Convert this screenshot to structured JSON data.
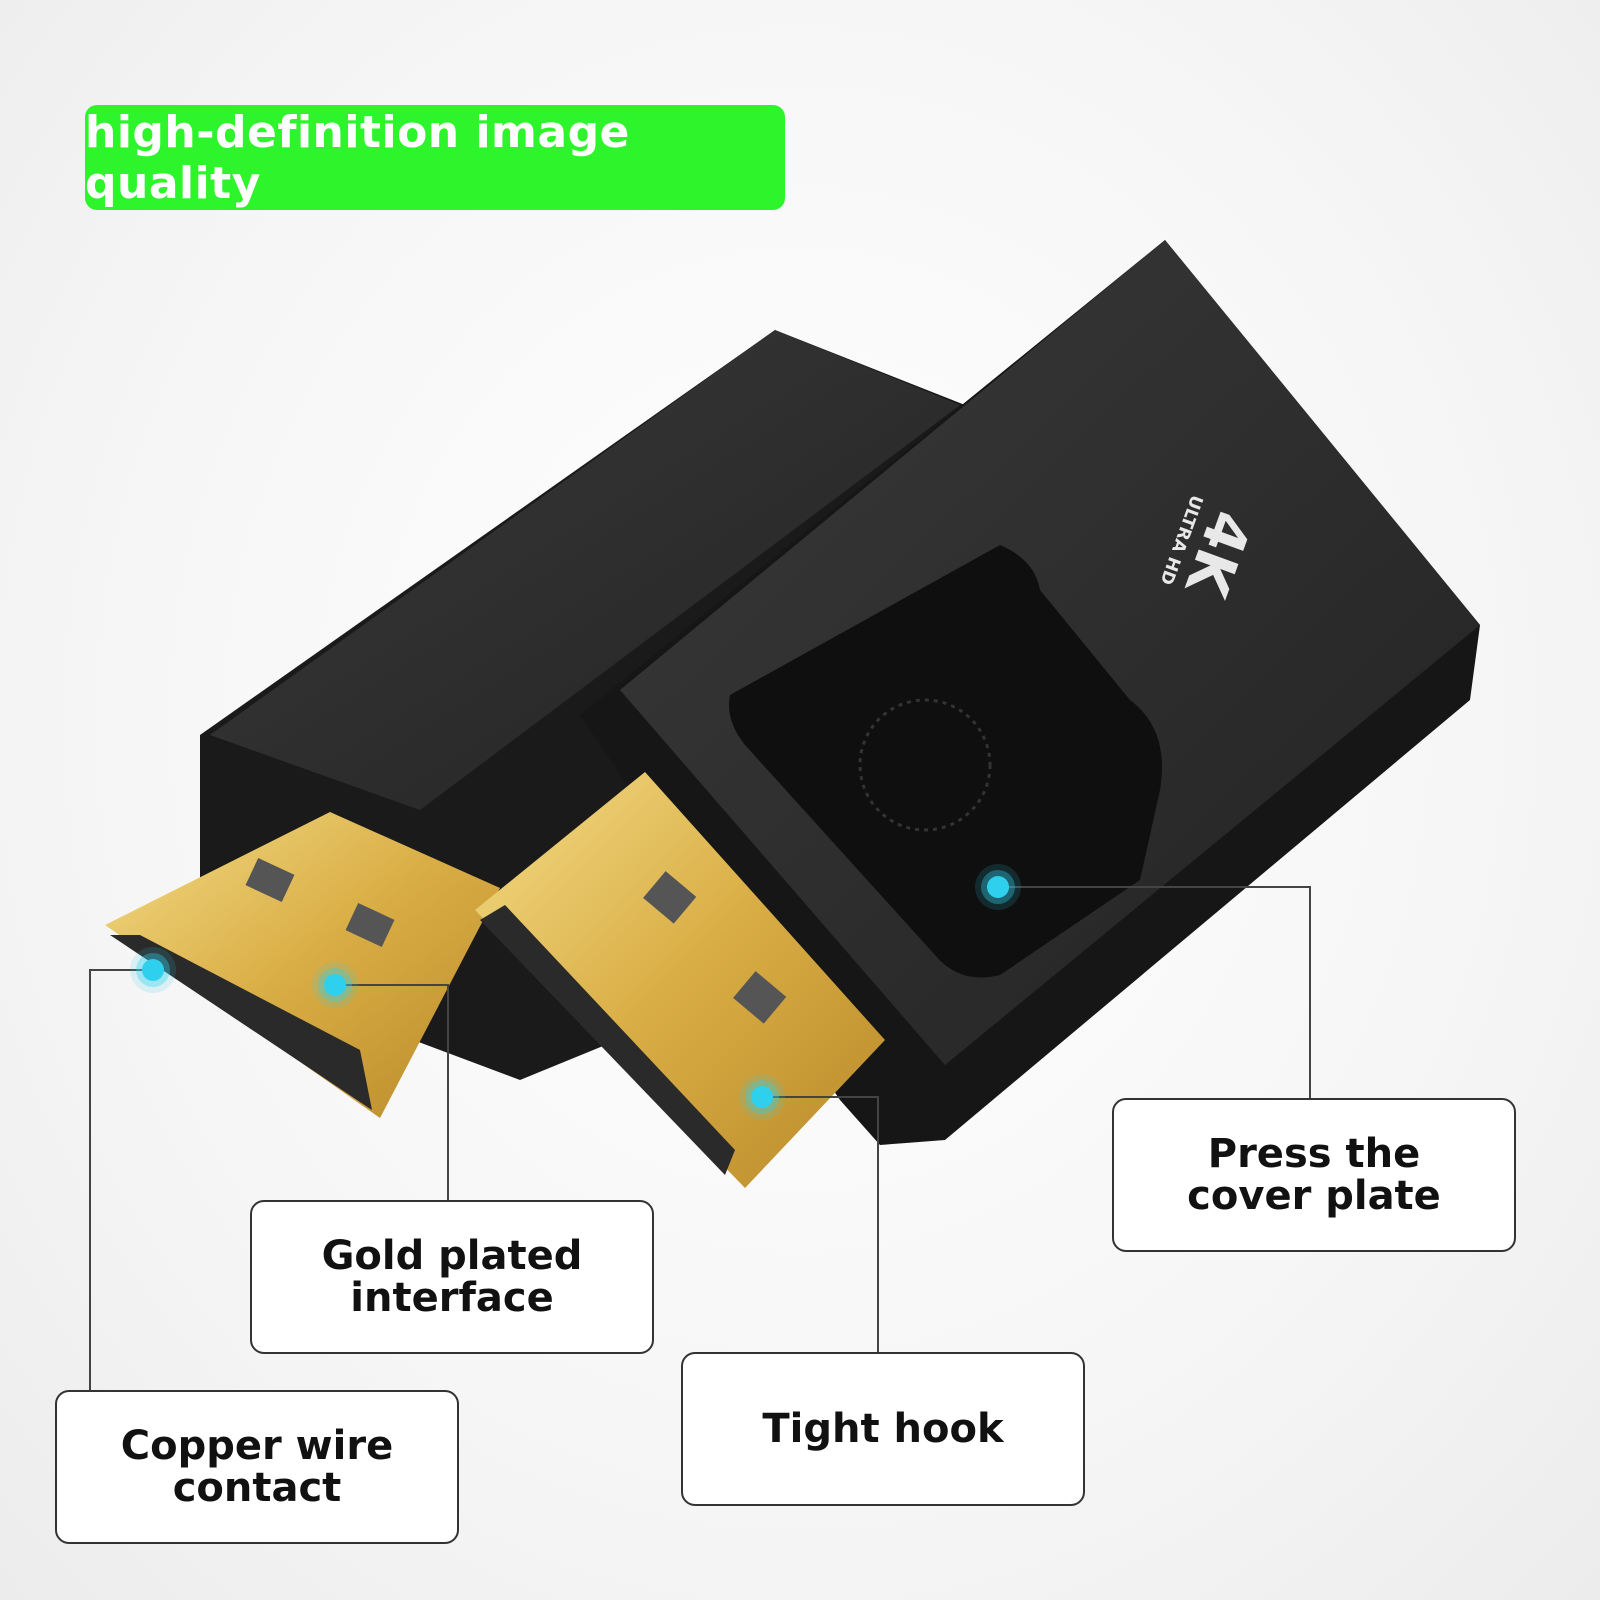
{
  "banner": {
    "text": "high-definition image quality",
    "color": "#2ef52b"
  },
  "product": {
    "badge_main": "4K",
    "badge_sub": "ULTRA HD"
  },
  "callouts": [
    {
      "id": "press-cover-plate",
      "text": "Press the\ncover plate"
    },
    {
      "id": "gold-plated-interface",
      "text": "Gold plated\ninterface"
    },
    {
      "id": "copper-wire-contact",
      "text": "Copper wire\ncontact"
    },
    {
      "id": "tight-hook",
      "text": "Tight hook"
    }
  ],
  "colors": {
    "accent_dot": "#2fd0ee",
    "gold": "#e6c25a",
    "body": "#1e1e1e"
  }
}
